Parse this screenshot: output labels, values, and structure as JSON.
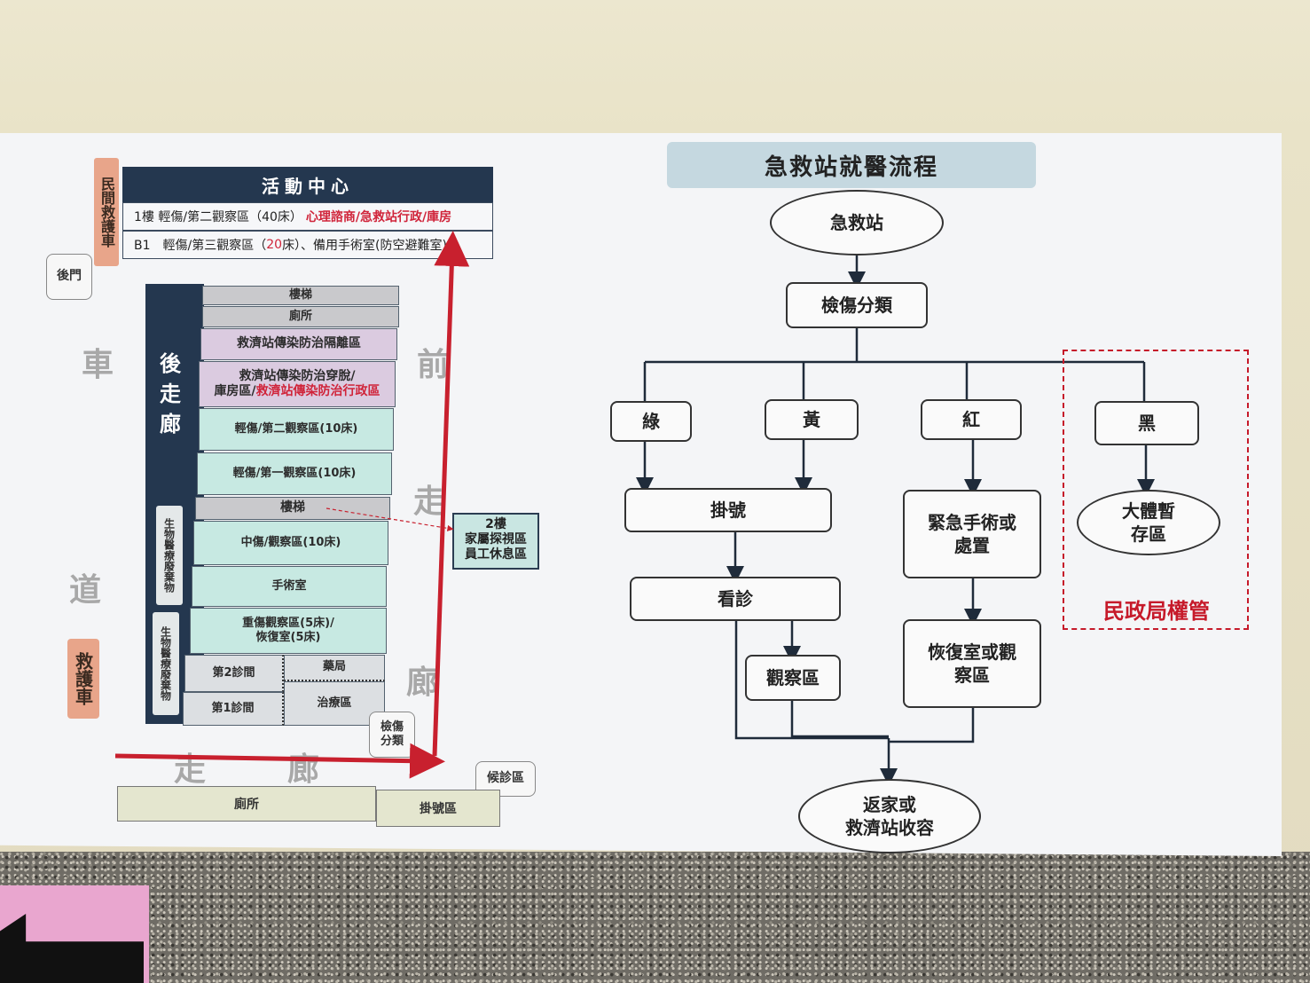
{
  "floorplan": {
    "civil_ambulance": "民間救護車",
    "activity_center": "活動中心",
    "floor1": {
      "prefix": "1樓 輕傷/第二觀察區（40床）",
      "highlight": "心理諮商/急救站行政/庫房"
    },
    "floorB1": {
      "prefix": "B1　輕傷/第三觀察區（",
      "num": "20",
      "suffix": "床）、備用手術室(防空避難室)"
    },
    "back_door": "後門",
    "back_corridor": "後走廊",
    "rooms": {
      "stairs_top": "樓梯",
      "toilet_top": "廁所",
      "isolation": "救濟站傳染防治隔離區",
      "dressing_line1": "救濟站傳染防治穿脫/",
      "dressing_line2a": "庫房區/",
      "dressing_line2b": "救濟站傳染防治行政區",
      "obs2": "輕傷/第二觀察區(10床)",
      "obs1": "輕傷/第一觀察區(10床)",
      "stairs_mid": "樓梯",
      "mid_obs": "中傷/觀察區(10床)",
      "surgery": "手術室",
      "severe_line1": "重傷觀察區(5床)/",
      "severe_line2": "恢復室(5床)",
      "clinic2": "第2診間",
      "pharmacy": "藥局",
      "clinic1": "第1診間",
      "treatment": "治療區"
    },
    "biomed_waste": "生物醫療廢棄物",
    "second_floor": [
      "2樓",
      "家屬探視區",
      "員工休息區"
    ],
    "triage_tag": [
      "檢傷",
      "分類"
    ],
    "waiting": "候診區",
    "bottom_toilet": "廁所",
    "registration": "掛號區",
    "road_left": [
      "車",
      "道"
    ],
    "front_corridor": [
      "前",
      "走",
      "廊"
    ],
    "bottom_corridor": [
      "走",
      "廊"
    ],
    "ambulance": "救護車"
  },
  "flowchart": {
    "title": "急救站就醫流程",
    "start": "急救站",
    "triage": "檢傷分類",
    "green": "綠",
    "yellow": "黃",
    "red": "紅",
    "black": "黑",
    "register": "掛號",
    "consult": "看診",
    "observe": "觀察區",
    "emergency": [
      "緊急手術或",
      "處置"
    ],
    "recovery": [
      "恢復室或觀",
      "察區"
    ],
    "morgue": [
      "大體暫",
      "存區"
    ],
    "civil_affairs": "民政局權管",
    "end": [
      "返家或",
      "救濟站收容"
    ]
  },
  "colors": {
    "navy": "#24374f",
    "arrow_red": "#c8202e",
    "civil_red": "#c61a2a"
  }
}
